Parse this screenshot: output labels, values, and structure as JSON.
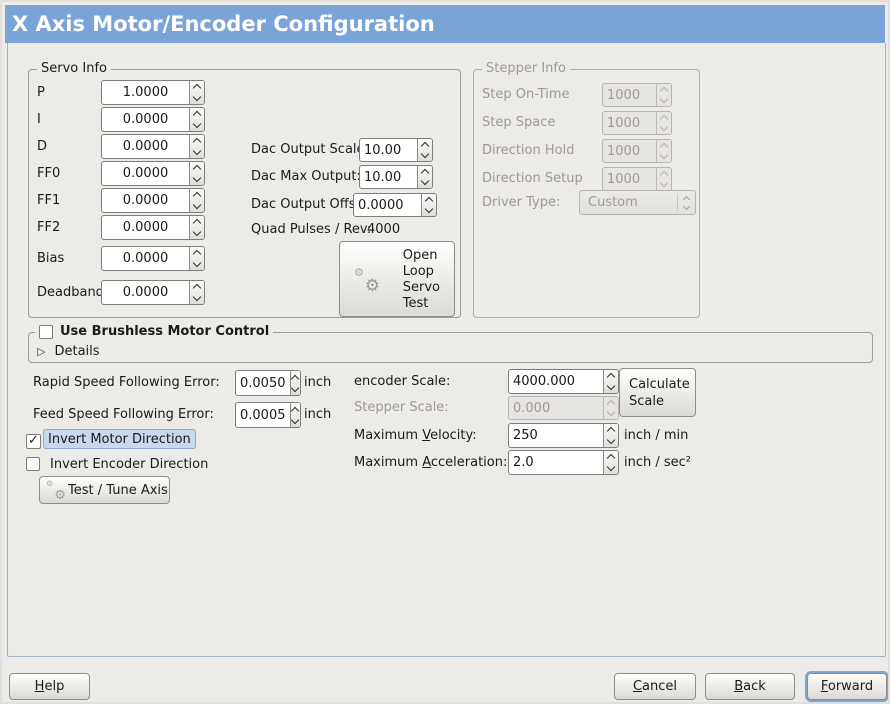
{
  "title_bar": {
    "title": "X Axis Motor/Encoder Configuration"
  },
  "icons": {
    "gear": "⚙",
    "check_mark": "✓",
    "expander_arrow": "▷"
  },
  "colors": {
    "title_bar_bg": "#7aa4d8",
    "content_bg": "#edebe7",
    "panel_border": "#9db1c7",
    "focus_highlight_bg": "#c6d9ef",
    "focus_ring": "#7fa5d2"
  },
  "servo_info": {
    "title": "Servo Info",
    "params": [
      {
        "label": "P",
        "value": "1.0000"
      },
      {
        "label": "I",
        "value": "0.0000"
      },
      {
        "label": "D",
        "value": "0.0000"
      },
      {
        "label": "FF0",
        "value": "0.0000"
      },
      {
        "label": "FF1",
        "value": "0.0000"
      },
      {
        "label": "FF2",
        "value": "0.0000"
      },
      {
        "label": "Bias",
        "value": "0.0000"
      },
      {
        "label": "Deadband",
        "value": "0.0000"
      }
    ],
    "dac_output_scale": {
      "label": "Dac Output Scale:",
      "value": "10.00"
    },
    "dac_max_output": {
      "label": "Dac Max Output:",
      "value": "10.00"
    },
    "dac_output_offset": {
      "label": "Dac Output Offset:",
      "value": "0.0000"
    },
    "quad_pulses": {
      "label": "Quad Pulses / Rev:",
      "value": "4000"
    },
    "open_loop_test_button": {
      "line1": "Open",
      "line2": "Loop",
      "line3": "Servo",
      "line4": "Test"
    }
  },
  "stepper_info": {
    "title": "Stepper Info",
    "params": [
      {
        "label": "Step On-Time",
        "value": "1000"
      },
      {
        "label": "Step Space",
        "value": "1000"
      },
      {
        "label": "Direction Hold",
        "value": "1000"
      },
      {
        "label": "Direction Setup",
        "value": "1000"
      }
    ],
    "driver_type": {
      "label": "Driver Type:",
      "value": "Custom"
    }
  },
  "brushless": {
    "label": "Use Brushless Motor Control",
    "checked": false,
    "details_label": "Details"
  },
  "following_error": {
    "rapid": {
      "label": "Rapid Speed Following Error:",
      "value": "0.0050",
      "unit": "inch"
    },
    "feed": {
      "label": "Feed Speed Following Error:",
      "value": "0.0005",
      "unit": "inch"
    }
  },
  "scaling": {
    "encoder_scale": {
      "label": "encoder Scale:",
      "value": "4000.000"
    },
    "stepper_scale": {
      "label": "Stepper Scale:",
      "value": "0.000"
    },
    "calculate_button": {
      "line1": "Calculate",
      "line2": "Scale"
    },
    "max_velocity": {
      "label_pre": "Maximum ",
      "label_mn": "V",
      "label_rest": "elocity:",
      "value": "250",
      "unit": "inch / min"
    },
    "max_acceleration": {
      "label_pre": "Maximum ",
      "label_mn": "A",
      "label_rest": "cceleration:",
      "value": "2.0",
      "unit": "inch / sec²"
    }
  },
  "direction": {
    "invert_motor": {
      "label": "Invert Motor Direction",
      "checked": true
    },
    "invert_encoder": {
      "label": "Invert Encoder Direction",
      "checked": false
    },
    "test_tune_button": "Test / Tune Axis"
  },
  "footer": {
    "help": {
      "mn": "H",
      "rest": "elp"
    },
    "cancel": {
      "mn": "C",
      "rest": "ancel"
    },
    "back": {
      "mn": "B",
      "rest": "ack"
    },
    "forward": {
      "mn": "F",
      "rest": "orward"
    }
  }
}
